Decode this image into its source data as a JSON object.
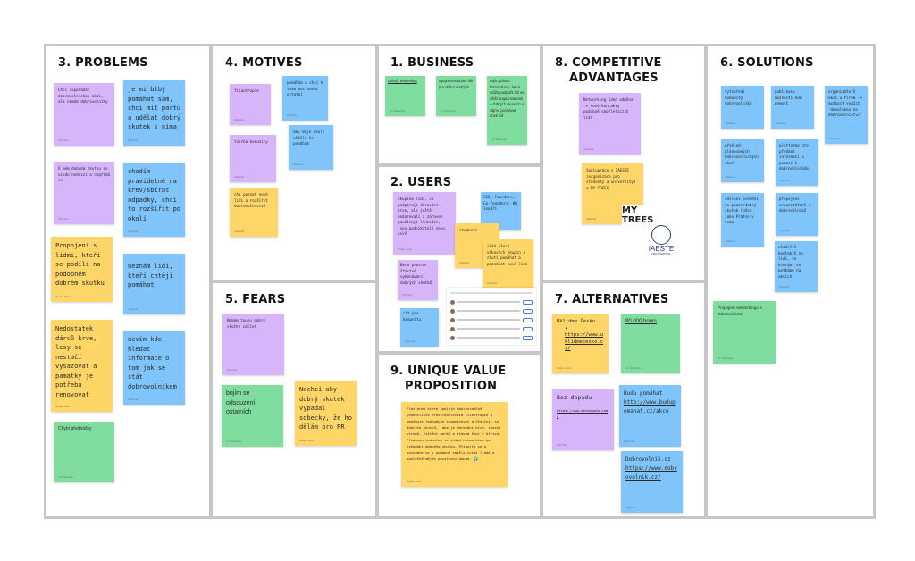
{
  "problems": {
    "title": "3. PROBLEMS",
    "notes": [
      {
        "text": "Chci uspořádat dobrovolnickou akci, ale nemám dobrovolníky",
        "author": "Petr Sus"
      },
      {
        "text": "je mi blbý pomáhat sám, chci mít partu a udělat dobrý skutek s nima",
        "author": "Kateřina"
      },
      {
        "text": "O mém dobrém skutku se nikdo nedozví a nepřidá se",
        "author": "Petr Sus"
      },
      {
        "text": "chodím pravidelně na krev/sbírat odpadky, chci to rozšířit po okolí",
        "author": "Kateřina"
      },
      {
        "text": "Propojení s lidmi, kteří se podílí na podobném dobrém skutku",
        "author": "Radek Jirsa"
      },
      {
        "text": "neznám lidi, kteří chtějí pomáhat",
        "author": "Kateřina"
      },
      {
        "text": "Nedostatek dárců krve, lesy se nestačí vysazovat a památky je potřeba renovovat",
        "author": "Radek Jirsa"
      },
      {
        "text": "nevím kde hledat informace o tom jak se stát dobrovolníkem",
        "author": "Kateřina"
      },
      {
        "text": "Chybí přednášky",
        "author": "Ivo Žaloudek"
      }
    ]
  },
  "motives": {
    "title": "4. MOTIVES",
    "notes": [
      {
        "text": "filantropie",
        "author": "Kateřina"
      },
      {
        "text": "pomáhám a chci k tomu motivovat ostatní",
        "author": "Kateřina"
      },
      {
        "text": "tvorba komunity",
        "author": "Kateřina"
      },
      {
        "text": "aby moje okolí vědělo že pomáhám",
        "author": "Kateřina"
      },
      {
        "text": "chi poznat nové lidi a rozšířit dobrovolnictví",
        "author": "Kateřina"
      }
    ]
  },
  "fears": {
    "title": "5. FEARS",
    "notes": [
      {
        "text": "Nemám touhu dobré skutky sdílet",
        "author": "Petr Sus"
      },
      {
        "text": "bojím se odsouzení ostatních",
        "author": "Ivo Žaloudek"
      },
      {
        "text": "Nechci aby dobrý skutek vypadal sobecky, že ho dělám pro PR",
        "author": "Radek Jirsa"
      }
    ]
  },
  "business": {
    "title": "1. BUSINESS",
    "notes": [
      {
        "text": "Dobrý networking",
        "author": "Ivo Žaloudek"
      },
      {
        "text": "Spojujeme dobré lidi pro dobro druhých",
        "author": "Ivo Žaloudek"
      },
      {
        "text": "najít způsob komunikace, která může podpořit lidi ve větší angažovanosti v dobrých skutcích a zájmu poznávat nové lidi",
        "author": "Ivo Žaloudek"
      }
    ]
  },
  "users": {
    "title": "2. USERS",
    "notes": [
      {
        "text": "Skupina lidí, co podporují darování krve, ale ještě nedarovali a zároveň používají linkedin, jsou podnikatelé nebo osvč",
        "author": "Radim Jirsa"
      },
      {
        "text": "CEO, Founders, Co-founders, HR leadři",
        "author": ""
      },
      {
        "text": "studenti",
        "author": "Kateřina"
      },
      {
        "text": "lidé všech věkových skupin s chutí pomáhat a poznávat nové lidi",
        "author": "Kateřina"
      },
      {
        "text": "Beru prostor šťastné vykonávání dobrých skutků",
        "author": "Petr Sus"
      },
      {
        "text": "cit pro komunitu",
        "author": "Kateřina"
      }
    ]
  },
  "uvp": {
    "title_line1": "9. UNIQUE VALUE",
    "title_line2": "PROPOSITION",
    "note": {
      "text": "Platforma která spojuje dobrosrdečné jednotlivce prostřednictvím filantropie a umožňuje jednoduše organizovat a účastnit se dobrých skutků, jako je darování krve, sázení stromů, čištění parků a stavba škol v Africe. Přidanou hodnotou se stává networking po vykonání dobrého skutku. Připojte se a seznamte se s podobně smýšlejícími lidmi a společně mějte pozitivní dopad. 🌍✨",
      "author": "Radim Jirsa"
    }
  },
  "competitive": {
    "title_line1": "8. COMPETITIVE",
    "title_line2": "ADVANTAGES",
    "notes": [
      {
        "text": "Networking jako odměna -> nové kontakty podobně smýšlejících lidí",
        "author": "Kateřina"
      },
      {
        "text": "Spolupráce s IAESTE (organizace pro studenty a univerzity) a MY TREES",
        "author": "Kateřina"
      }
    ],
    "logos": {
      "mytrees": "MY TREES",
      "iaeste": "IAESTE",
      "iaeste_sub": "CZECH REPUBLIC"
    }
  },
  "alternatives": {
    "title": "7. ALTERNATIVES",
    "notes": [
      {
        "name": "Uklidme Česko",
        "link": "https://www.uklidmecesko.cz/",
        "author": "Radim Jirsa"
      },
      {
        "name": "80 000 hours",
        "link": "",
        "author": "Ivo Žaloudek"
      },
      {
        "name": "Bez dopadu",
        "link": "https://www.bezdopadu.com/",
        "author": "Petr Sus"
      },
      {
        "name": "Budu pomáhat",
        "link": "http://www.budupomahat.cz/akce",
        "author": "Kateřina"
      },
      {
        "name": "Dobrovolnik.cz",
        "link": "https://www.dobrovolnik.cz/",
        "author": "Kateřina"
      }
    ]
  },
  "solutions": {
    "title": "6. SOLUTIONS",
    "notes": [
      {
        "text": "vytvoření komunity dobrovolníků",
        "author": "Kateřina"
      },
      {
        "text": "publikace možností kde pomoct",
        "author": "Kateřina"
      },
      {
        "text": "organizátorů akcí a firem -> možnost využít 'dovolenou na dobrovolnictví'",
        "author": "Kateřina"
      },
      {
        "text": "přehled plánovaných dobrovolnických akcí",
        "author": "Kateřina"
      },
      {
        "text": "platforma pro předání informací o pomoci k dobrovolníkům",
        "author": "Kateřina"
      },
      {
        "text": "sdílení ocenění za pomoc/dobrý skutek (něco jako Pražse v team)",
        "author": "Kateřina"
      },
      {
        "text": "propojení organizátorů a dobrovolníků",
        "author": "Kateřina"
      },
      {
        "text": "uložiště kontaktů na lidi, se kterými se potkáme na akcích",
        "author": "Kateřina"
      },
      {
        "text": "Propojení networkingu a dobrovolnictví",
        "author": "Ivo Žaloudek"
      }
    ]
  },
  "colors": {
    "purple": "#d7b5fb",
    "blue": "#7fc4fb",
    "yellow": "#fed567",
    "green": "#80dda0",
    "border": "#c6c6c6"
  }
}
